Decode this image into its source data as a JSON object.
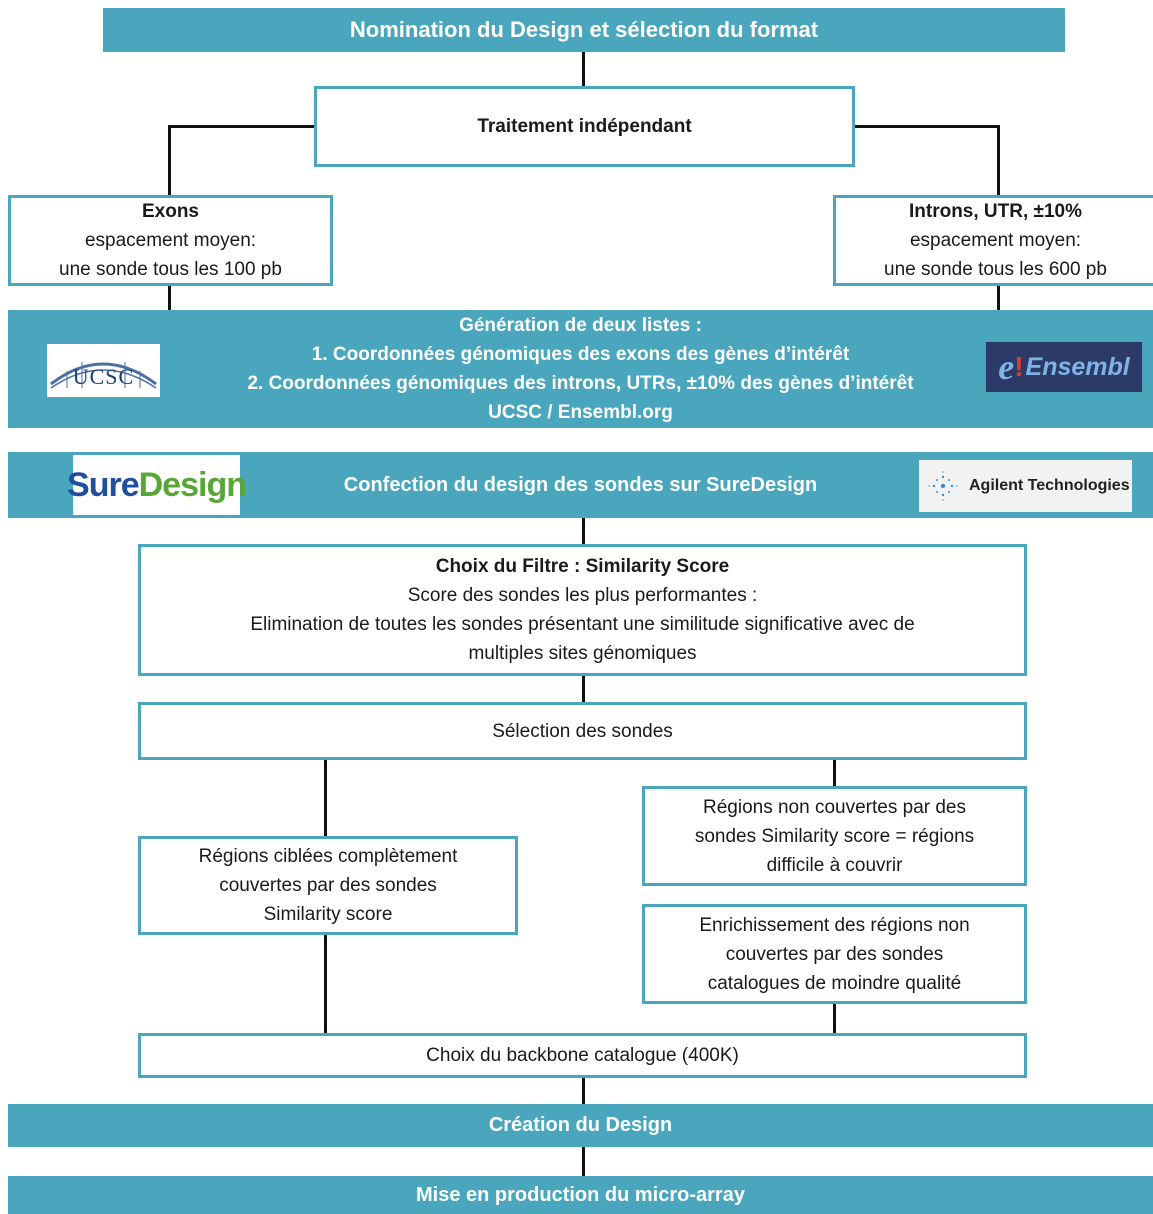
{
  "header": {
    "title": "Nomination du Design et sélection du format"
  },
  "traitement": {
    "label": "Traitement indépendant"
  },
  "exons": {
    "title": "Exons",
    "line1": "espacement moyen:",
    "line2": "une sonde tous les 100 pb"
  },
  "introns": {
    "title": "Introns, UTR, ±10%",
    "line1": "espacement moyen:",
    "line2": "une sonde tous les 600 pb"
  },
  "generation": {
    "line1": "Génération de deux listes :",
    "line2": "1. Coordonnées génomiques des exons des gènes d’intérêt",
    "line3": "2. Coordonnées génomiques des introns, UTRs, ±10% des gènes d’intérêt",
    "line4": "UCSC / Ensembl.org"
  },
  "logos": {
    "ucsc": "UCSC",
    "ensembl_e": "e",
    "ensembl_bang": "!",
    "ensembl_name": "Ensembl",
    "suredesign_a": "Sure",
    "suredesign_b": "Design",
    "agilent": "Agilent Technologies"
  },
  "confection": {
    "label": "Confection du design des sondes sur SureDesign"
  },
  "filtre": {
    "title": "Choix du Filtre :  Similarity Score",
    "line1": "Score des sondes les plus performantes :",
    "line2": "Elimination de toutes les sondes présentant une similitude significative avec de",
    "line3": "multiples sites génomiques"
  },
  "selection": {
    "label": "Sélection des sondes"
  },
  "regions_ciblees": {
    "line1": "Régions ciblées complètement",
    "line2": "couvertes par des sondes",
    "line3": "Similarity score"
  },
  "regions_non": {
    "line1": "Régions non couvertes par des",
    "line2": "sondes Similarity score  = régions",
    "line3": "difficile à couvrir"
  },
  "enrichissement": {
    "line1": "Enrichissement des régions non",
    "line2": "couvertes par des sondes",
    "line3": "catalogues de moindre qualité"
  },
  "backbone": {
    "label": "Choix du backbone catalogue (400K)"
  },
  "creation": {
    "label": "Création du Design"
  },
  "production": {
    "label": "Mise en production du micro-array"
  },
  "colors": {
    "accent": "#4aa6bd",
    "line": "#111111",
    "suredesign_blue": "#1f4f9e",
    "suredesign_green": "#58a635",
    "ensembl_bg": "#2b3a67"
  }
}
